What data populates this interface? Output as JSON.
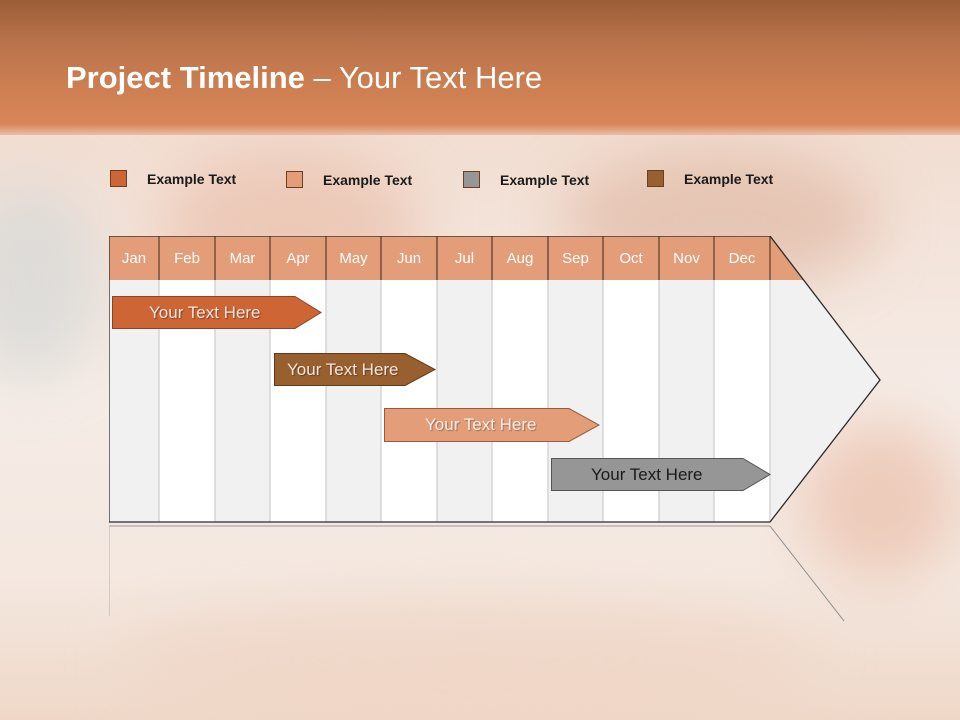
{
  "slide": {
    "title_bold": "Project Timeline",
    "title_rest": " – Your Text Here"
  },
  "legend": [
    {
      "label": "Example Text",
      "color": "#cd6535"
    },
    {
      "label": "Example Text",
      "color": "#e39d78"
    },
    {
      "label": "Example Text",
      "color": "#969696"
    },
    {
      "label": "Example Text",
      "color": "#98602f"
    }
  ],
  "timeline": {
    "months": [
      "Jan",
      "Feb",
      "Mar",
      "Apr",
      "May",
      "Jun",
      "Jul",
      "Aug",
      "Sep",
      "Oct",
      "Nov",
      "Dec"
    ],
    "header_color": "#e39d78",
    "bars": [
      {
        "label": "Your  Text Here",
        "color": "#cd6535",
        "text_color": "#f7e6dc",
        "start_month": "Jan",
        "end_month": "Apr"
      },
      {
        "label": "Your  Text Here",
        "color": "#98602f",
        "text_color": "#f7e6dc",
        "start_month": "Apr",
        "end_month": "Jun"
      },
      {
        "label": "Your  Text Here",
        "color": "#e39d78",
        "text_color": "#fbeee6",
        "start_month": "Jun",
        "end_month": "Sep"
      },
      {
        "label": "Your  Text Here",
        "color": "#969696",
        "text_color": "#1a1a1a",
        "start_month": "Sep",
        "end_month": "Dec"
      }
    ]
  }
}
